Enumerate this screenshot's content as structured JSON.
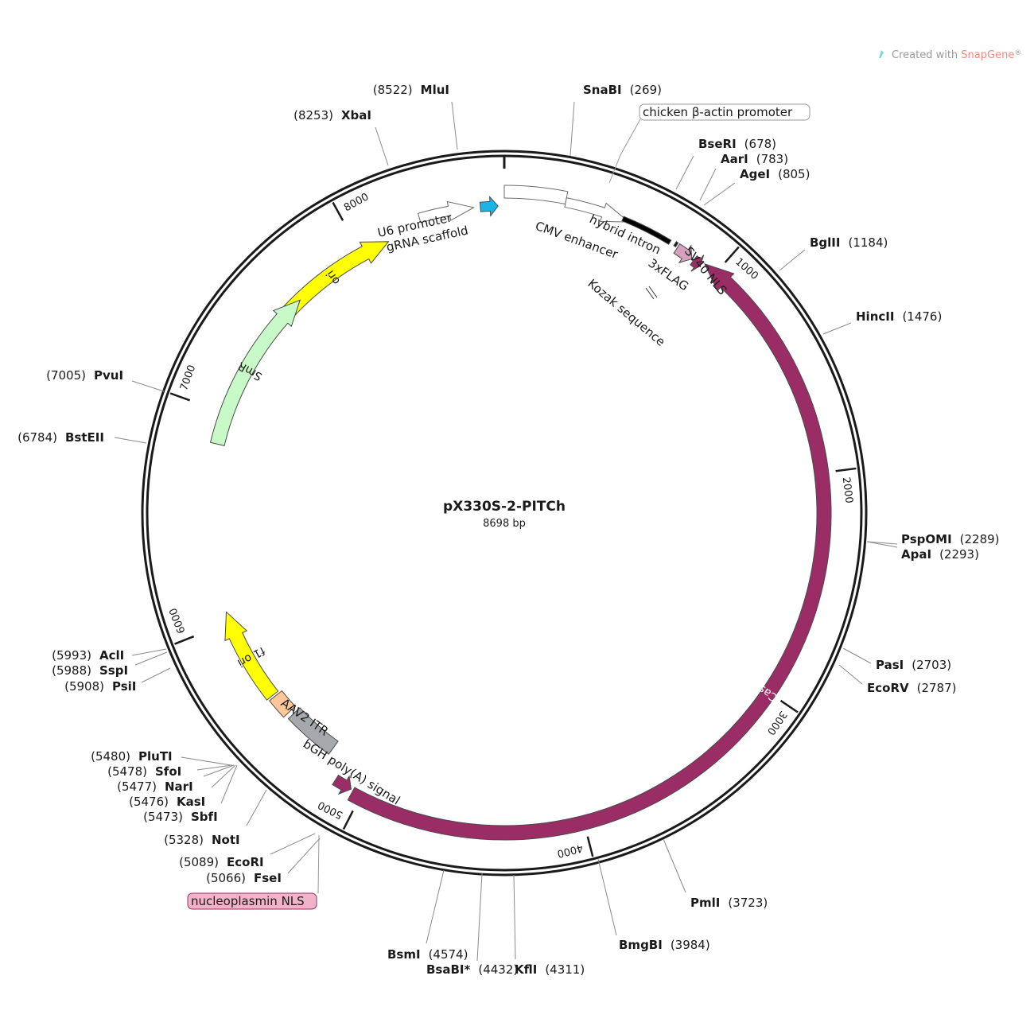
{
  "watermark": {
    "prefix": "Created with ",
    "brand": "SnapGene",
    "mark": "®"
  },
  "plasmid": {
    "name": "pX330S-2-PITCh",
    "size_label": "8698 bp",
    "length": 8698
  },
  "colors": {
    "backbone": "#1a1a1a",
    "cas9": "#9b2d66",
    "ori": "#ffff00",
    "smr": "#c8fac8",
    "f1ori": "#ffff00",
    "aav2itr": "#ffc896",
    "bgh": "#a5a8ad",
    "u6": "#ffffff",
    "grna": "#1ab4e6",
    "cmv": "#ffffff",
    "hybrid_intron": "#000000",
    "flag": "#d7a0be",
    "nls_box": "#f0b4c8"
  },
  "ticks": [
    {
      "pos": 1000,
      "label": "1000"
    },
    {
      "pos": 2000,
      "label": "2000"
    },
    {
      "pos": 3000,
      "label": "3000"
    },
    {
      "pos": 4000,
      "label": "4000"
    },
    {
      "pos": 5000,
      "label": "5000"
    },
    {
      "pos": 6000,
      "label": "6000"
    },
    {
      "pos": 7000,
      "label": "7000"
    },
    {
      "pos": 8000,
      "label": "8000"
    }
  ],
  "features": [
    {
      "id": "cas9",
      "name": "Cas9",
      "start": 938,
      "end": 5040,
      "dir": -1,
      "color_key": "cas9",
      "label_inside": true
    },
    {
      "id": "ori",
      "name": "ori",
      "start": 7550,
      "end": 8140,
      "dir": 1,
      "color_key": "ori",
      "label_inside": true
    },
    {
      "id": "smr",
      "name": "SmR",
      "start": 6850,
      "end": 7640,
      "dir": 1,
      "color_key": "smr",
      "label_inside": true
    },
    {
      "id": "f1ori",
      "name": "f1 ori",
      "start": 5600,
      "end": 6050,
      "dir": 1,
      "color_key": "f1ori",
      "label_inside": true
    },
    {
      "id": "u6",
      "name": "U6 promoter",
      "start": 8310,
      "end": 8560,
      "dir": 1,
      "color_key": "u6",
      "label_inside": false
    },
    {
      "id": "grna",
      "name": "gRNA scaffold",
      "start": 8590,
      "end": 8670,
      "dir": 1,
      "color_key": "grna",
      "label_inside": false
    },
    {
      "id": "cmv",
      "name": "CMV enhancer",
      "start": 0,
      "end": 270,
      "dir": 0,
      "color_key": "cmv",
      "label_inside": false
    },
    {
      "id": "cba",
      "name": "chicken β-actin promoter",
      "start": 270,
      "end": 560,
      "dir": 1,
      "color_key": "cmv",
      "label_inside": false
    },
    {
      "id": "intron",
      "name": "hybrid intron",
      "start": 530,
      "end": 760,
      "dir": 0,
      "color_key": "hybrid_intron",
      "label_inside": false
    },
    {
      "id": "flag",
      "name": "3xFLAG",
      "start": 800,
      "end": 880,
      "dir": 1,
      "color_key": "flag",
      "label_inside": false
    },
    {
      "id": "sv40nls",
      "name": "SV40 NLS",
      "start": 890,
      "end": 928,
      "dir": 1,
      "color_key": "cas9",
      "label_inside": false
    },
    {
      "id": "kozak",
      "name": "Kozak sequence",
      "start": 782,
      "end": 792,
      "dir": 0,
      "color_key": "backbone",
      "label_inside": false
    },
    {
      "id": "nucNLS",
      "name": "nucleoplasmin NLS",
      "start": 5050,
      "end": 5130,
      "dir": -1,
      "color_key": "cas9",
      "label_inside": false
    },
    {
      "id": "bgh",
      "name": "bGH poly(A) signal",
      "start": 5220,
      "end": 5470,
      "dir": 0,
      "color_key": "bgh",
      "label_inside": false
    },
    {
      "id": "aav2",
      "name": "AAV2 ITR",
      "start": 5490,
      "end": 5590,
      "dir": 0,
      "color_key": "aav2itr",
      "label_inside": false
    }
  ],
  "sites": [
    {
      "name": "SnaBI",
      "pos": "(269)"
    },
    {
      "name": "MluI",
      "pos": "(8522)"
    },
    {
      "name": "XbaI",
      "pos": "(8253)"
    },
    {
      "name": "BseRI",
      "pos": "(678)"
    },
    {
      "name": "AarI",
      "pos": "(783)"
    },
    {
      "name": "AgeI",
      "pos": "(805)"
    },
    {
      "name": "BglII",
      "pos": "(1184)"
    },
    {
      "name": "HincII",
      "pos": "(1476)"
    },
    {
      "name": "PspOMI",
      "pos": "(2289)"
    },
    {
      "name": "ApaI",
      "pos": "(2293)"
    },
    {
      "name": "PasI",
      "pos": "(2703)"
    },
    {
      "name": "EcoRV",
      "pos": "(2787)"
    },
    {
      "name": "PmlI",
      "pos": "(3723)"
    },
    {
      "name": "BmgBI",
      "pos": "(3984)"
    },
    {
      "name": "KflI",
      "pos": "(4311)"
    },
    {
      "name": "BsaBI*",
      "pos": "(4432)"
    },
    {
      "name": "BsmI",
      "pos": "(4574)"
    },
    {
      "name": "FseI",
      "pos": "(5066)"
    },
    {
      "name": "EcoRI",
      "pos": "(5089)"
    },
    {
      "name": "NotI",
      "pos": "(5328)"
    },
    {
      "name": "SbfI",
      "pos": "(5473)"
    },
    {
      "name": "KasI",
      "pos": "(5476)"
    },
    {
      "name": "NarI",
      "pos": "(5477)"
    },
    {
      "name": "SfoI",
      "pos": "(5478)"
    },
    {
      "name": "PluTI",
      "pos": "(5480)"
    },
    {
      "name": "PsiI",
      "pos": "(5908)"
    },
    {
      "name": "SspI",
      "pos": "(5988)"
    },
    {
      "name": "AclI",
      "pos": "(5993)"
    },
    {
      "name": "PvuI",
      "pos": "(7005)"
    },
    {
      "name": "BstEII",
      "pos": "(6784)"
    }
  ]
}
